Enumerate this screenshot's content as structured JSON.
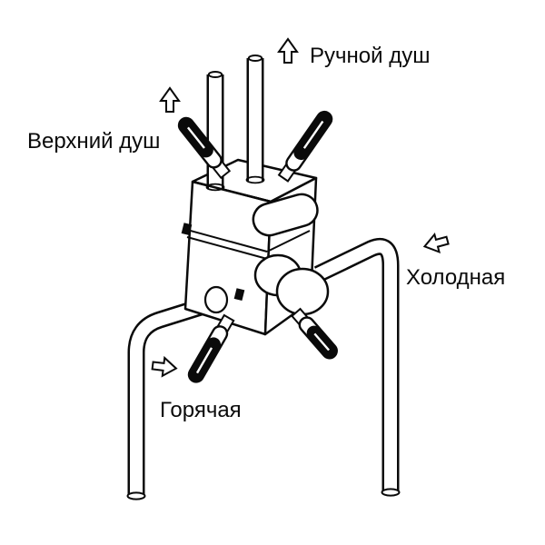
{
  "diagram": {
    "background_color": "#ffffff",
    "line_color": "#000000",
    "labels": {
      "hand_shower": "Ручной душ",
      "overhead_shower": "Верхний душ",
      "cold": "Холодная",
      "hot": "Горячая"
    },
    "arrows": {
      "hand_shower": "up-arrow-icon",
      "overhead_shower": "up-arrow-icon",
      "cold": "left-down-arrow-icon",
      "hot": "right-arrow-icon"
    }
  }
}
